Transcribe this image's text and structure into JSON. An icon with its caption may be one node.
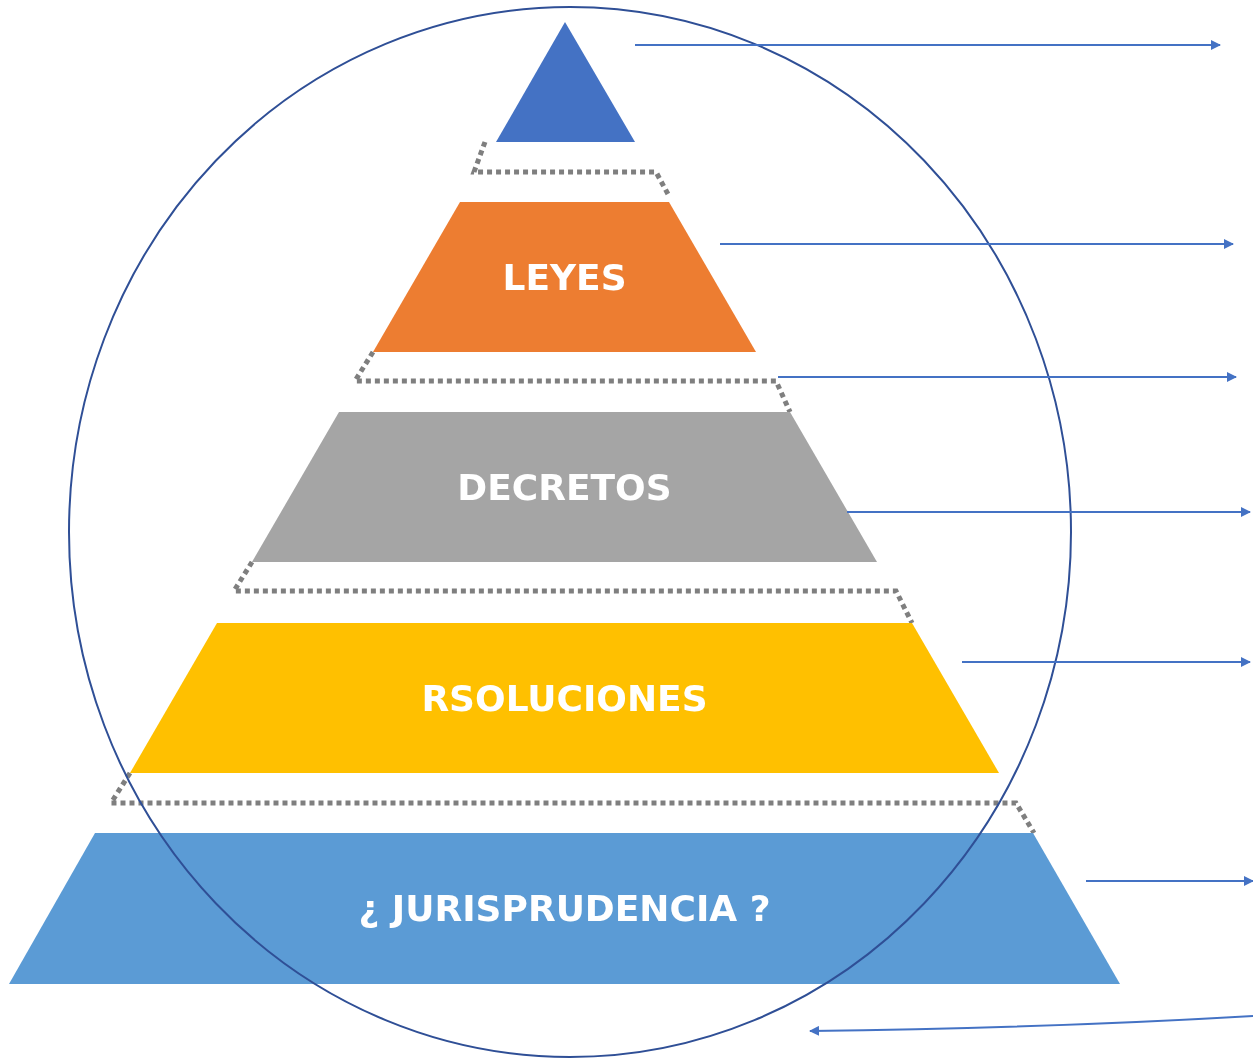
{
  "diagram": {
    "nodes": [
      {
        "text": [],
        "shape": "circle"
      },
      {
        "text": [],
        "shape": "triangle",
        "in": 0
      },
      {
        "text": [
          "LEYES"
        ],
        "in": 0
      },
      {
        "text": [
          "DECRETOS"
        ],
        "in": 0
      },
      {
        "text": [
          "RSOLUCIONES"
        ],
        "in": 0
      },
      {
        "text": [
          "¿ JURISPRUDENCIA ?"
        ]
      }
    ],
    "edges": [
      {
        "from": 1,
        "to": null,
        "arrow": "to"
      },
      {
        "from": 2,
        "to": null,
        "arrow": "to"
      },
      {
        "from": 2,
        "to": null,
        "arrow": "to"
      },
      {
        "from": 3,
        "to": null,
        "arrow": "to"
      },
      {
        "from": 4,
        "to": null,
        "arrow": "to"
      },
      {
        "from": 5,
        "to": null,
        "arrow": "to"
      },
      {
        "from": null,
        "to": 0,
        "arrow": "to"
      }
    ]
  }
}
